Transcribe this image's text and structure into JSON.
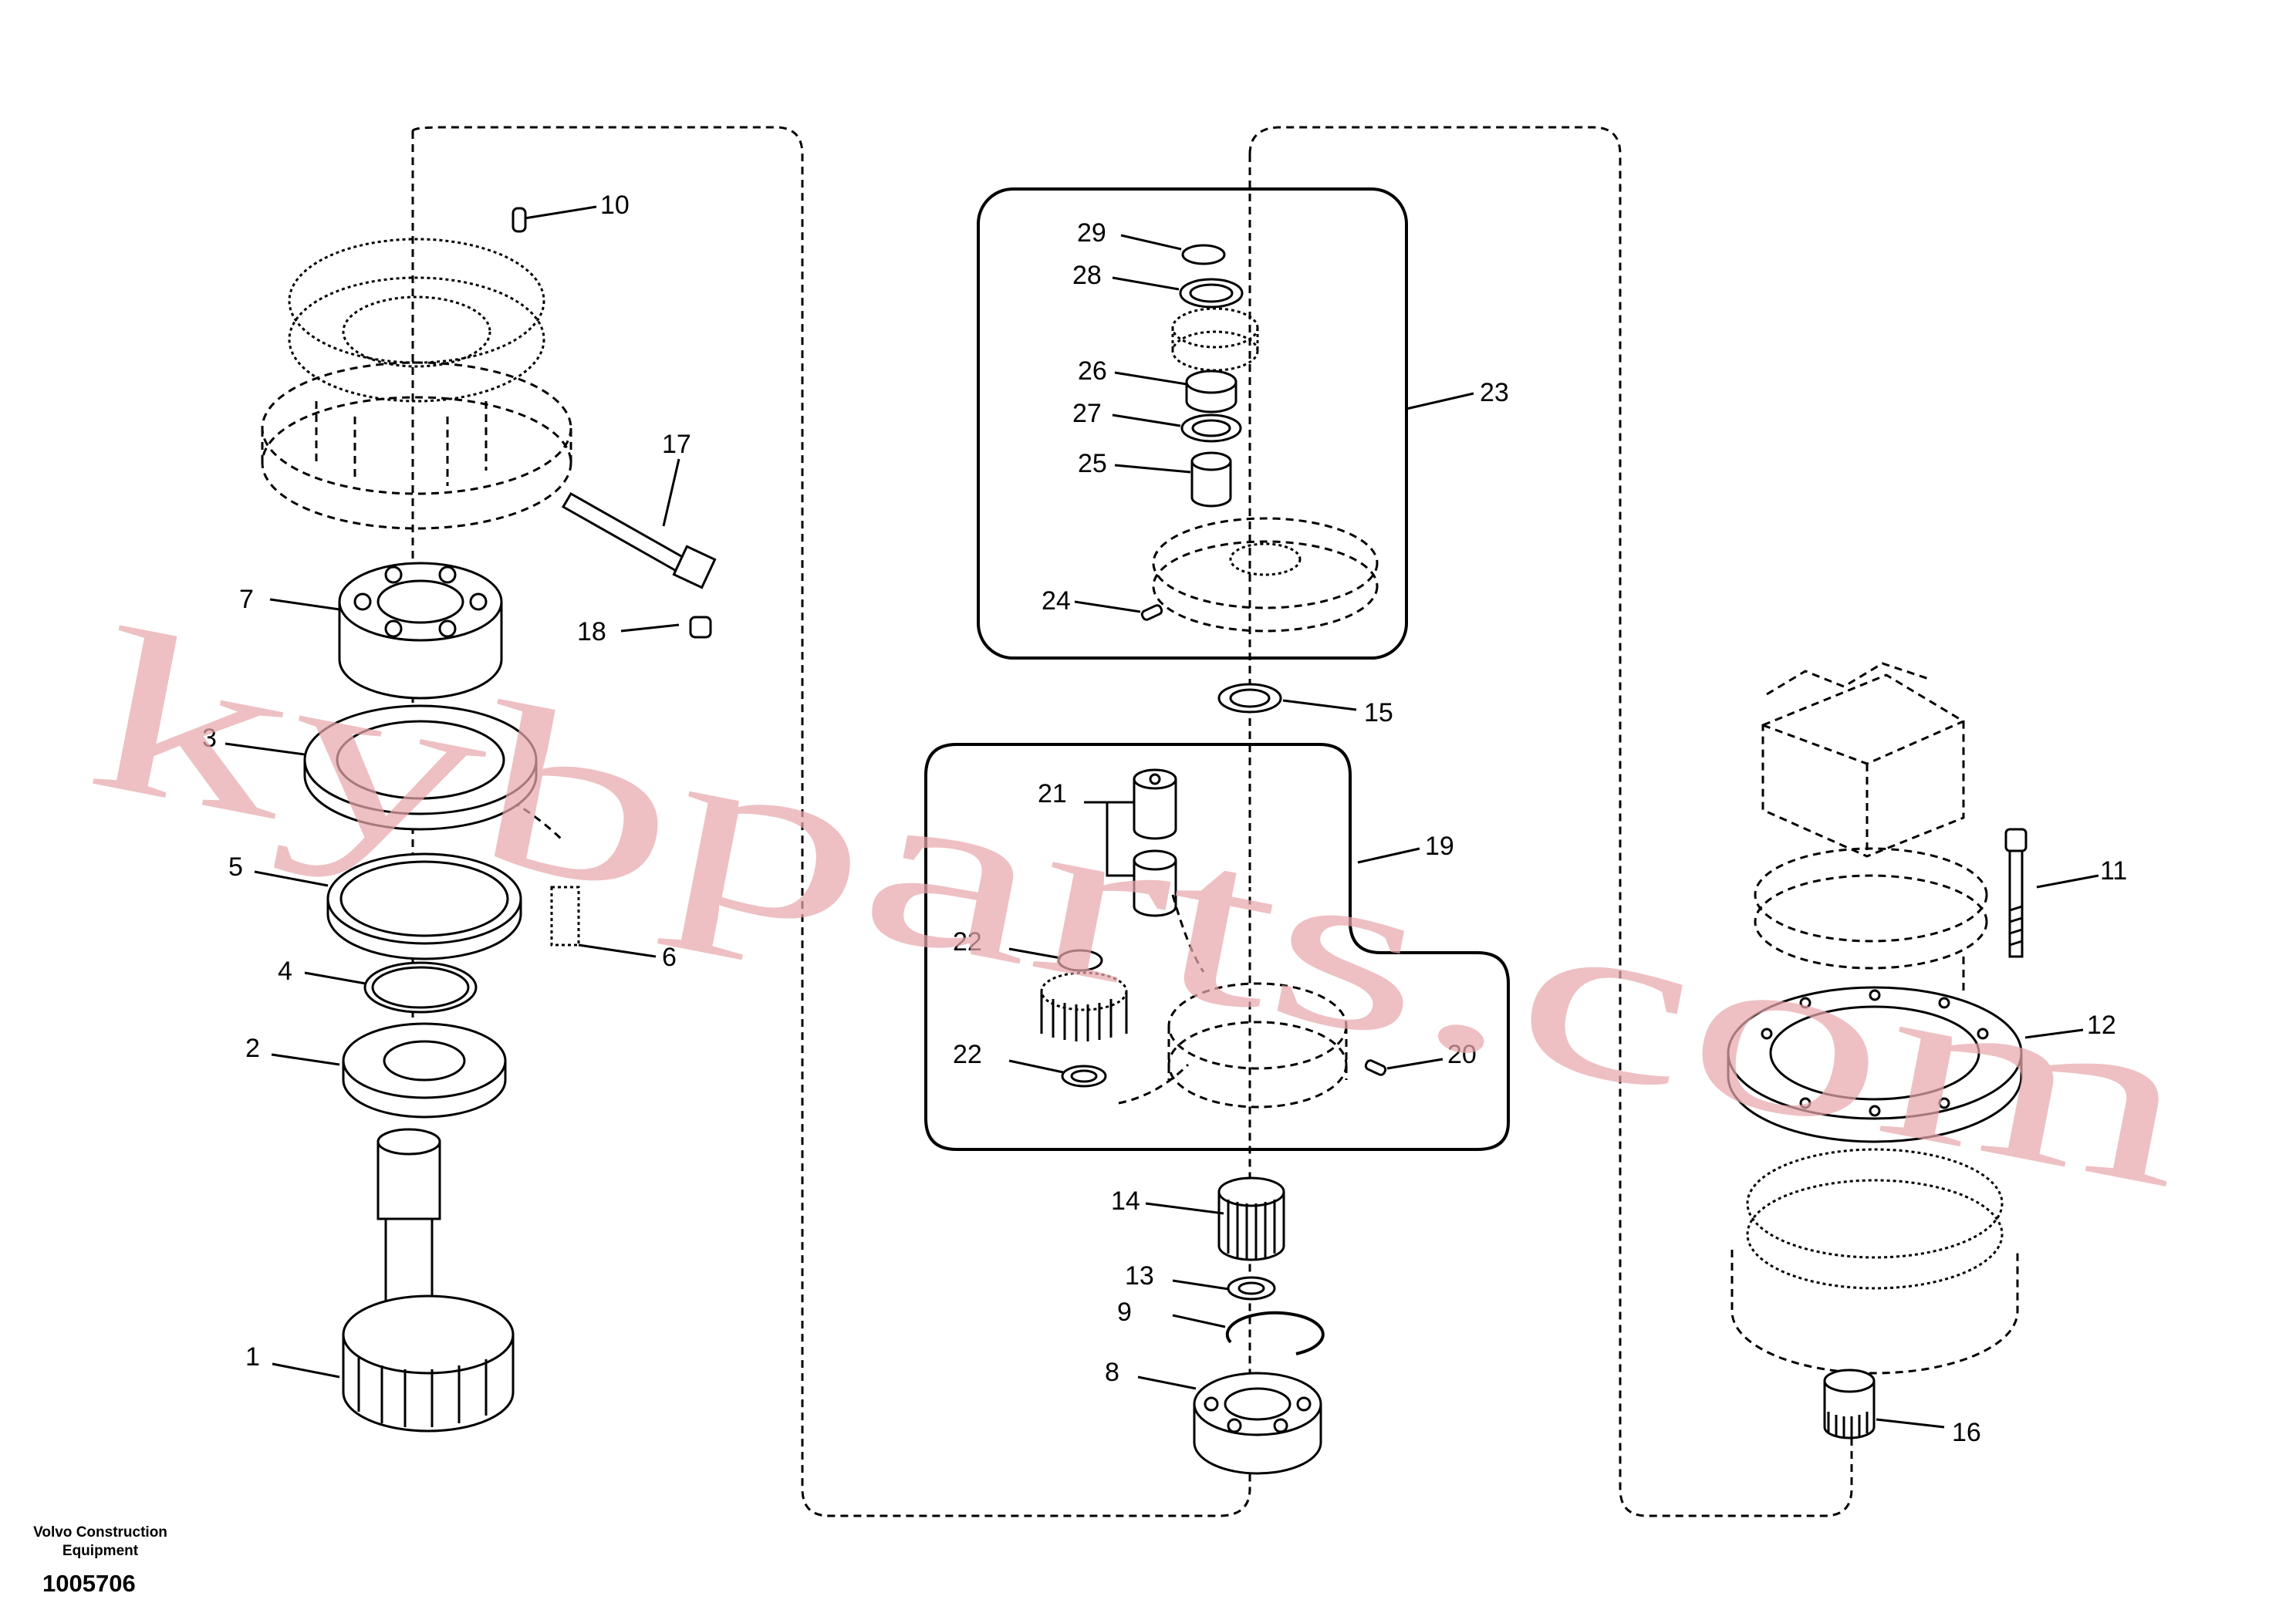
{
  "callouts": [
    {
      "id": "1",
      "text": "1"
    },
    {
      "id": "2",
      "text": "2"
    },
    {
      "id": "3",
      "text": "3"
    },
    {
      "id": "4",
      "text": "4"
    },
    {
      "id": "5",
      "text": "5"
    },
    {
      "id": "6",
      "text": "6"
    },
    {
      "id": "7",
      "text": "7"
    },
    {
      "id": "8",
      "text": "8"
    },
    {
      "id": "9",
      "text": "9"
    },
    {
      "id": "10",
      "text": "10"
    },
    {
      "id": "11",
      "text": "11"
    },
    {
      "id": "12",
      "text": "12"
    },
    {
      "id": "13",
      "text": "13"
    },
    {
      "id": "14",
      "text": "14"
    },
    {
      "id": "15",
      "text": "15"
    },
    {
      "id": "16",
      "text": "16"
    },
    {
      "id": "17",
      "text": "17"
    },
    {
      "id": "18",
      "text": "18"
    },
    {
      "id": "19",
      "text": "19"
    },
    {
      "id": "20",
      "text": "20"
    },
    {
      "id": "21",
      "text": "21"
    },
    {
      "id": "22a",
      "text": "22"
    },
    {
      "id": "22b",
      "text": "22"
    },
    {
      "id": "23",
      "text": "23"
    },
    {
      "id": "24",
      "text": "24"
    },
    {
      "id": "25",
      "text": "25"
    },
    {
      "id": "26",
      "text": "26"
    },
    {
      "id": "27",
      "text": "27"
    },
    {
      "id": "28",
      "text": "28"
    },
    {
      "id": "29",
      "text": "29"
    }
  ],
  "watermark": "kybparts.com",
  "footer": {
    "brand_line1": "Volvo Construction",
    "brand_line2": "Equipment",
    "code": "1005706"
  }
}
